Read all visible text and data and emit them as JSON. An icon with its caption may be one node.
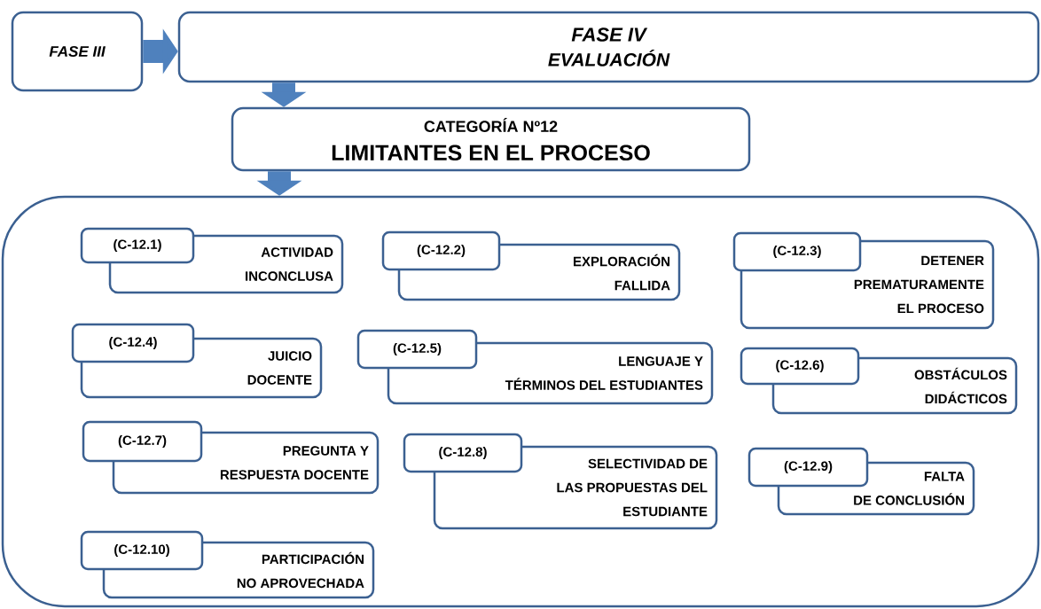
{
  "diagram": {
    "nodes": [
      {
        "text": [
          "FASE III"
        ]
      },
      {
        "text": [
          "FASE IV",
          "EVALUACIÓN"
        ]
      },
      {
        "text": [
          "CATEGORÍA Nº12",
          "LIMITANTES EN EL PROCESO"
        ]
      },
      {
        "text": [],
        "shape": "box"
      },
      {
        "text": [
          "(C-12.1)"
        ],
        "in": 3
      },
      {
        "text": [
          "ACTIVIDAD INCONCLUSA"
        ],
        "in": 3
      },
      {
        "text": [
          "(C-12.2)"
        ],
        "in": 3
      },
      {
        "text": [
          "EXPLORACIÓN FALLIDA"
        ],
        "in": 3
      },
      {
        "text": [
          "(C-12.3)"
        ],
        "in": 3
      },
      {
        "text": [
          "DETENER PREMATURAMENTE EL PROCESO"
        ],
        "in": 3
      },
      {
        "text": [
          "(C-12.4)"
        ],
        "in": 3
      },
      {
        "text": [
          "JUICIO DOCENTE"
        ],
        "in": 3
      },
      {
        "text": [
          "(C-12.5)"
        ],
        "in": 3
      },
      {
        "text": [
          "LENGUAJE Y TÉRMINOS DEL ESTUDIANTES"
        ],
        "in": 3
      },
      {
        "text": [
          "(C-12.6)"
        ],
        "in": 3
      },
      {
        "text": [
          "OBSTÁCULOS DIDÁCTICOS"
        ],
        "in": 3
      },
      {
        "text": [
          "(C-12.7)"
        ],
        "in": 3
      },
      {
        "text": [
          "PREGUNTA Y RESPUESTA DOCENTE"
        ],
        "in": 3
      },
      {
        "text": [
          "(C-12.8)"
        ],
        "in": 3
      },
      {
        "text": [
          "SELECTIVIDAD DE LAS PROPUESTAS DEL ESTUDIANTE"
        ],
        "in": 3
      },
      {
        "text": [
          "(C-12.9)"
        ],
        "in": 3
      },
      {
        "text": [
          "FALTA DE CONCLUSIÓN"
        ],
        "in": 3
      },
      {
        "text": [
          "(C-12.10)"
        ],
        "in": 3
      },
      {
        "text": [
          "PARTICIPACIÓN NO APROVECHADA"
        ],
        "in": 3
      }
    ],
    "edges": [
      {
        "from": 0,
        "to": 1,
        "arrow": "to"
      },
      {
        "from": 1,
        "to": 2,
        "arrow": "to"
      },
      {
        "from": 2,
        "to": 3,
        "arrow": "to"
      }
    ]
  }
}
